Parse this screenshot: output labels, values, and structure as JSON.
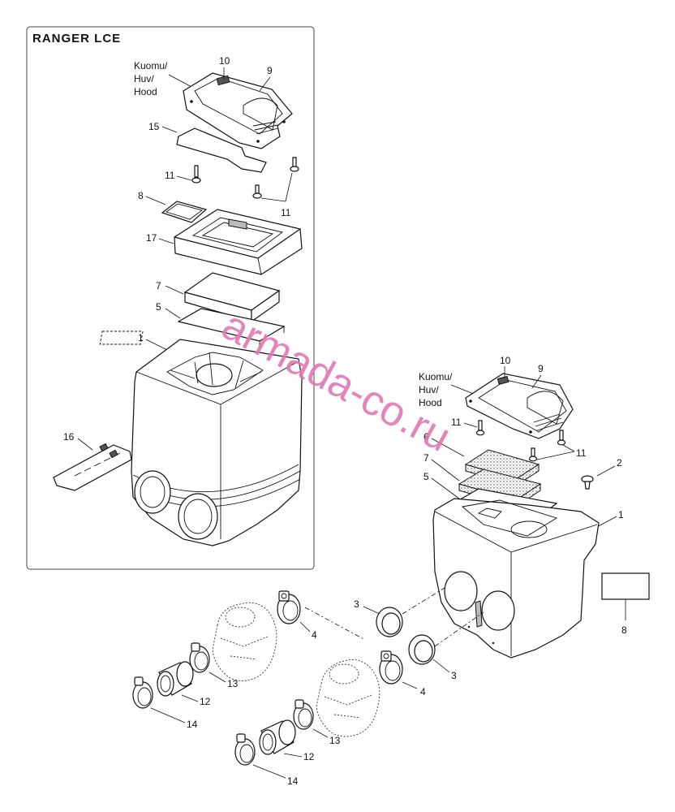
{
  "inset": {
    "title": "RANGER  LCE",
    "hood_label": [
      "Kuomu/",
      "Huv/",
      "Hood"
    ],
    "callouts": [
      "10",
      "9",
      "15",
      "11",
      "11",
      "8",
      "17",
      "7",
      "5",
      "1",
      "16"
    ]
  },
  "main": {
    "hood_label": [
      "Kuomu/",
      "Huv/",
      "Hood"
    ],
    "callouts": [
      "10",
      "9",
      "11",
      "11",
      "6",
      "7",
      "5",
      "2",
      "1",
      "8",
      "3",
      "4",
      "3",
      "4",
      "13",
      "12",
      "14",
      "13",
      "12",
      "14"
    ]
  },
  "watermark": "armada-co.ru"
}
